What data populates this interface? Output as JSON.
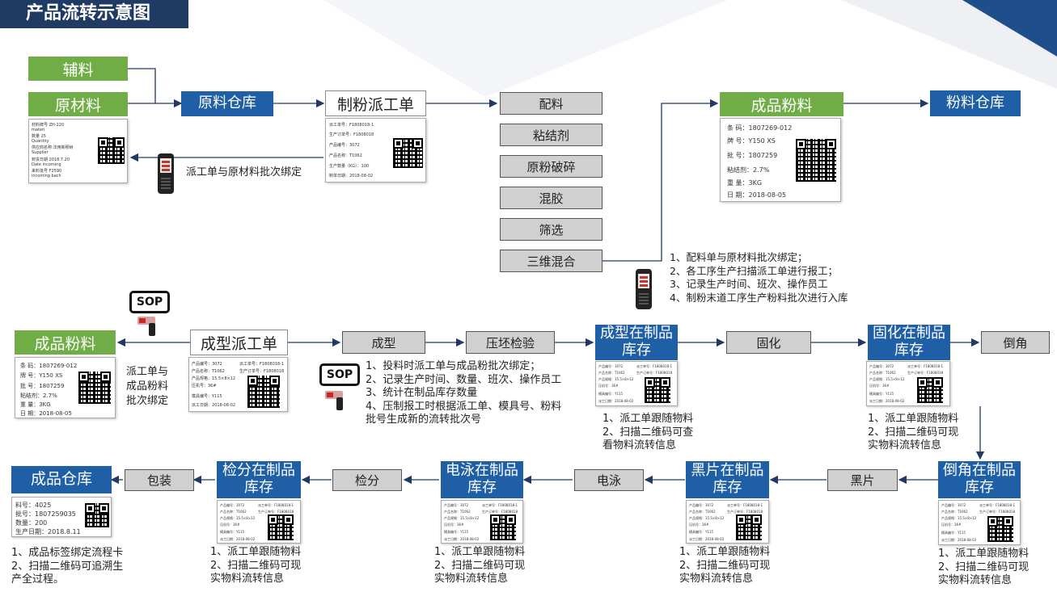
{
  "title": "产品流转示意图",
  "colors": {
    "green": "#70ad47",
    "blue": "#1f5fa6",
    "navy": "#1f3a63",
    "gray": "#d0d0d0"
  },
  "nodes": {
    "fuliao": "辅料",
    "yuancailiao": "原材料",
    "yuancailiao_ck": "原料仓库",
    "zhifen_pgd": "制粉派工单",
    "peiliao": "配料",
    "zhanjieji": "粘结剂",
    "yuanfen_posui": "原粉破碎",
    "hunjiao": "混胶",
    "shaixuan": "筛选",
    "sanwei": "三维混合",
    "chengpin_fenliao_top": "成品粉料",
    "fenliao_ck": "粉料仓库",
    "chengpin_fenliao_left": "成品粉料",
    "chengxing_pgd": "成型派工单",
    "chengxing": "成型",
    "yapi": "压坯检验",
    "chengxing_zzp": "成型在制品\n库存",
    "guhua": "固化",
    "guhua_zzp": "固化在制品\n库存",
    "daojiao": "倒角",
    "daojiao_zzp": "倒角在制品\n库存",
    "heipian": "黑片",
    "heipian_zzp": "黑片在制品\n库存",
    "dianyong": "电泳",
    "dianyong_zzp": "电泳在制品\n库存",
    "jianfen": "检分",
    "jianfen_zzp": "检分在制品\n库存",
    "baozhuang": "包装",
    "chengpin_ck": "成品仓库"
  },
  "cards": {
    "raw": [
      "材料牌号 ZH-220",
      "materi",
      "数量      25",
      "Quantity",
      "供应商名称:法用新穆树",
      "Supplier",
      "到货日期  2018.7.20",
      "Date incoming",
      "来料批号  F2590",
      "incoming bach"
    ],
    "zhifen": [
      "派工单号：F1808018-1",
      "生产订单号：F1808018",
      "产品编号：3072",
      "产品名称：T1062",
      "生产数量（KG）：100",
      "制单日期：2018-08-02"
    ],
    "fenliao_top": [
      "条    码：1807269-012",
      "牌    号：Y150 XS",
      "批    号：1807259",
      "粘结剂：2.7%",
      "重    量：3KG",
      "日    期：2018-08-05"
    ],
    "fenliao_left": [
      "条    码：1807269-012",
      "牌    号：Y150 XS",
      "批    号：1807259",
      "粘结剂：2.7%",
      "重    量：3KG",
      "日    期：2018-08-05"
    ],
    "chengxing_pgd": [
      "产品编号：3072",
      "派工单号：F1808018-1",
      "产品名称：T1062",
      "生产订单号：F1808018",
      "产品规格：15.5×8×12",
      "压机号：36#",
      "模具编号：Y115",
      "派工日期：2018-08-02"
    ],
    "wip": [
      "产品编号：3072",
      "派工单号：F1808018-1",
      "产品名称：T1062",
      "生产订单号：F1808018",
      "产品规格：15.5×8×12",
      "压机号：36#",
      "模具编号：Y115",
      "派工日期：2018-08-02"
    ],
    "final": [
      "料号：4025",
      "批号：1807259035",
      "数量：200",
      "生产日期：2018.8.11"
    ]
  },
  "notes": {
    "bind_raw": "派工单与原材料批次绑定",
    "top_right": [
      "1、配料单与原材料批次绑定；",
      "2、各工序生产扫描派工单进行报工；",
      "3、记录生产时间、班次、操作员工",
      "4、制粉末道工序生产粉料批次进行入库"
    ],
    "bind_fenliao": [
      "派工单与",
      "成品粉料",
      "批次绑定"
    ],
    "mid": [
      "1、投料时派工单与成品粉批次绑定；",
      "2、记录生产时间、数量、班次、操作员工",
      "3、统计在制品库存数量",
      "4、压制报工时根据派工单、模具号、粉料",
      "批号生成新的流转批次号"
    ],
    "follow": [
      "1、派工单跟随物料",
      "2、扫描二维码可查",
      "看物料流转信息"
    ],
    "follow2": [
      "1、派工单跟随物料",
      "2、扫描二维码可现",
      "实物料流转信息"
    ],
    "final": [
      "1、成品标签绑定流程卡",
      "2、扫描二维码可追溯生",
      "产全过程。"
    ]
  },
  "icons": {
    "sop": "SOP",
    "phone": "handheld-terminal-icon",
    "scanner": "barcode-scanner-icon"
  }
}
